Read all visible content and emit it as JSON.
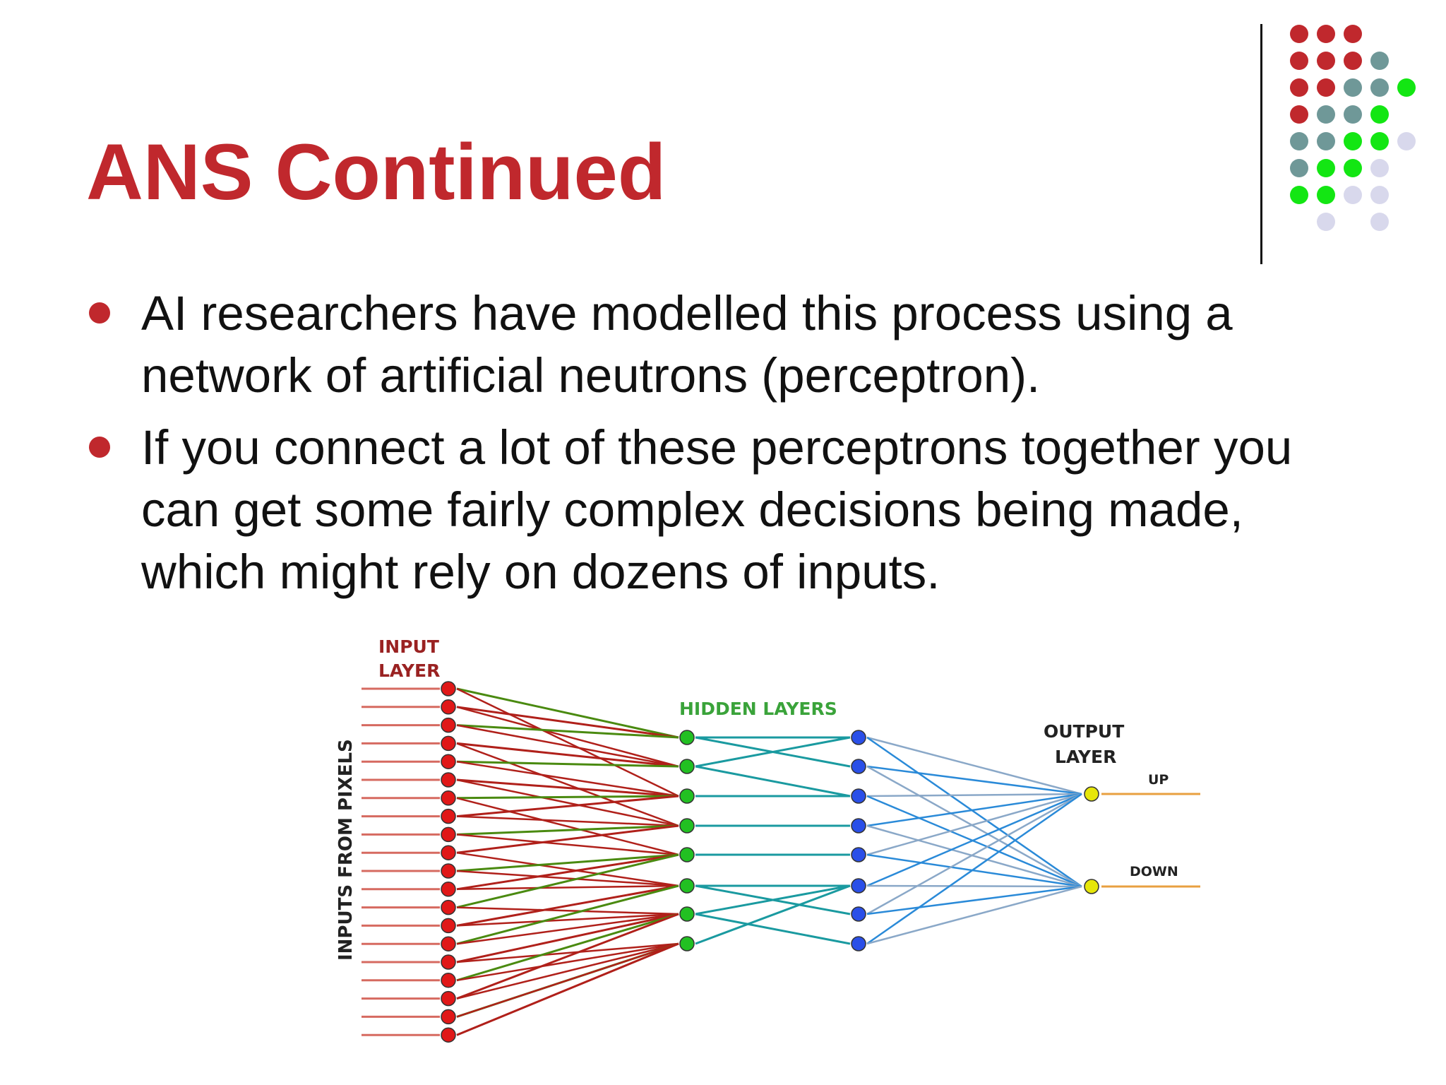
{
  "slide": {
    "title": "ANS Continued",
    "accent_color": "#c0282d",
    "bullets": [
      "AI researchers have modelled this process using a network of artificial neutrons (perceptron).",
      "If you connect a lot of these perceptrons together you can get some fairly complex decisions being made, which might rely on dozens of inputs."
    ]
  },
  "decoration": {
    "dot_grid_colors": {
      "red": "#c0282d",
      "teal": "#6f9898",
      "green": "#13e613",
      "lavender": "#d8d8ec"
    }
  },
  "diagram": {
    "input_layer_label_line1": "INPUT",
    "input_layer_label_line2": "LAYER",
    "hidden_layers_label": "HIDDEN LAYERS",
    "output_layer_label_line1": "OUTPUT",
    "output_layer_label_line2": "LAYER",
    "side_label": "INPUTS FROM PIXELS",
    "output_labels": [
      "UP",
      "DOWN"
    ],
    "input_node_count": 20,
    "hidden1_node_count": 8,
    "hidden2_node_count": 8,
    "output_node_count": 2,
    "colors": {
      "input_node": "#e01818",
      "hidden1_node": "#22c022",
      "hidden2_node": "#2a4fe8",
      "output_node": "#e6e60a",
      "input_label": "#9a2222",
      "hidden_label": "#3aa33a",
      "input_edge": "#b0201a",
      "mid_edge": "#4a8a10",
      "hidden_edge": "#1a9aa0",
      "hidden2_edge": "#2a8ad8",
      "output_edge": "#e8a040"
    }
  }
}
